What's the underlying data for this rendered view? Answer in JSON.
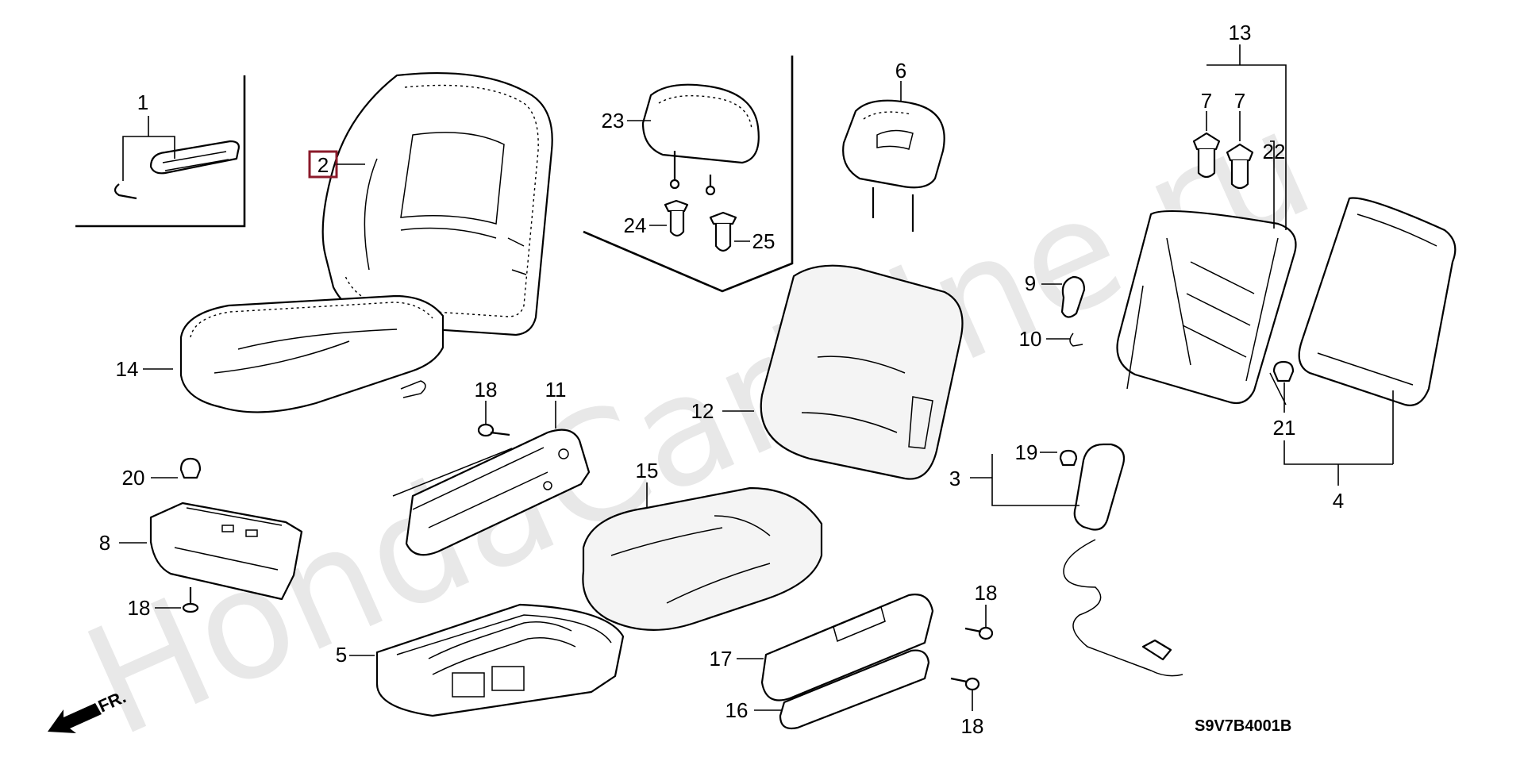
{
  "diagram": {
    "watermark": "HondaCarMine.ru",
    "diagram_code": "S9V7B4001B",
    "direction_label": "FR.",
    "highlighted_callout": "2",
    "callouts": [
      "1",
      "2",
      "3",
      "4",
      "5",
      "6",
      "7",
      "7",
      "8",
      "9",
      "10",
      "11",
      "12",
      "13",
      "14",
      "15",
      "16",
      "17",
      "18",
      "18",
      "18",
      "18",
      "19",
      "20",
      "21",
      "22",
      "23",
      "24",
      "25"
    ]
  }
}
